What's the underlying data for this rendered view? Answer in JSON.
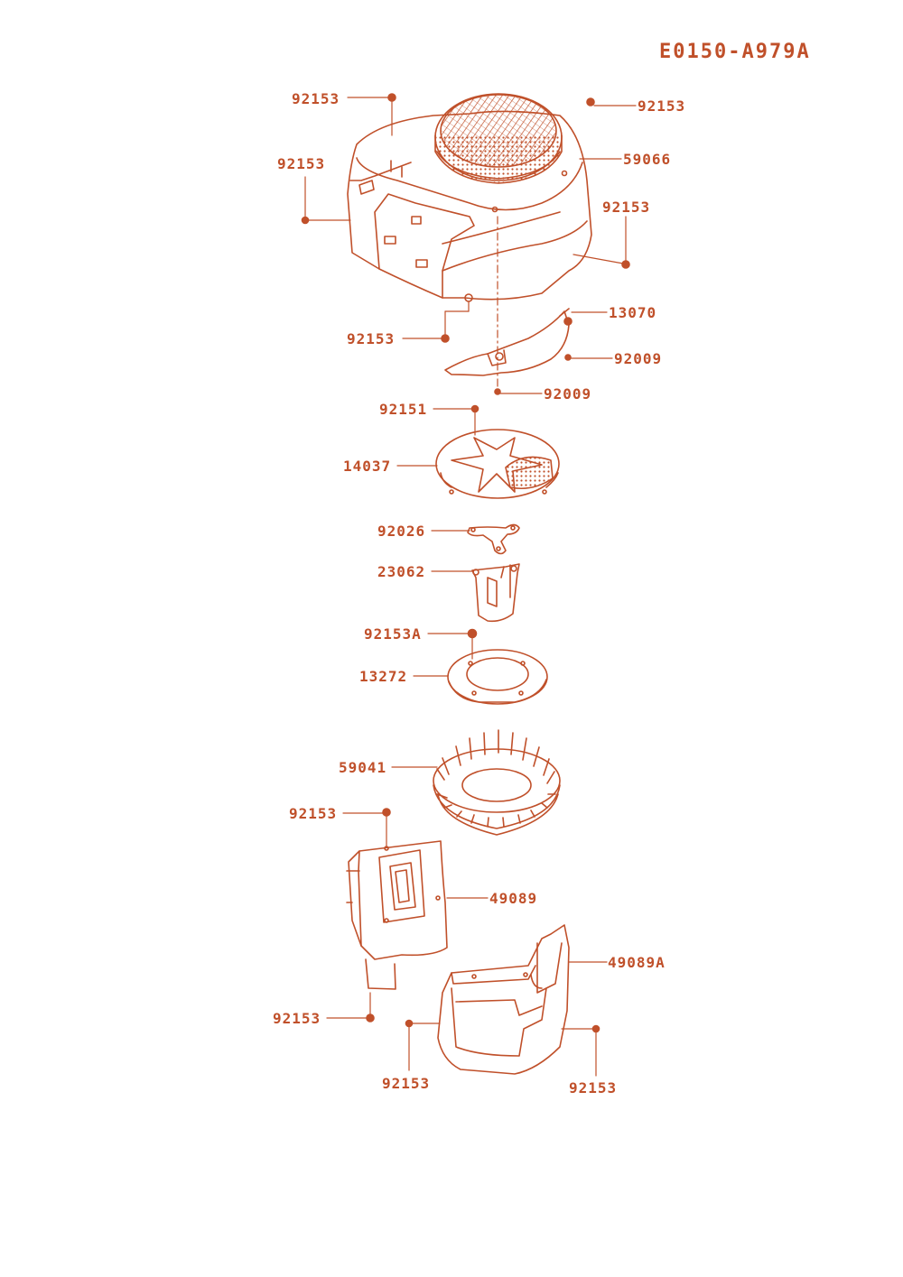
{
  "diagram_code": "E0150-A979A",
  "colors": {
    "ink": "#c0502a",
    "paper": "#ffffff"
  },
  "labels": {
    "bolt_top_left": "92153",
    "bolt_top_right": "92153",
    "housing": "59066",
    "bolt_left": "92153",
    "bolt_right": "92153",
    "bolt_bottom_housing": "92153",
    "baffle": "13070",
    "bolt_baffle_right": "92009",
    "bolt_baffle_center": "92009",
    "screw_screen": "92151",
    "screen": "14037",
    "plate_three_arm": "92026",
    "cup": "23062",
    "bolt_a": "92153A",
    "ring_plate": "13272",
    "fan": "59041",
    "bolt_cover_top": "92153",
    "cover": "49089",
    "bolt_cover_bottom": "92153",
    "cover_a": "49089A",
    "bolt_cover_a_left": "92153",
    "bolt_cover_a_right": "92153"
  }
}
